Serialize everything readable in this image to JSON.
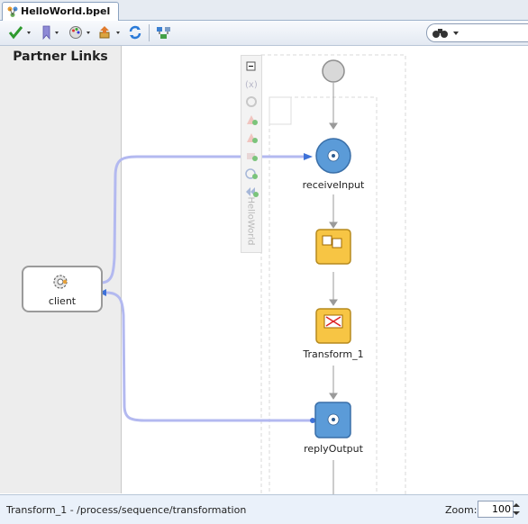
{
  "tab": {
    "title": "HelloWorld.bpel"
  },
  "partner_links": {
    "title": "Partner Links",
    "client": "client"
  },
  "scope": {
    "name": "HelloWorld"
  },
  "activities": {
    "receive": "receiveInput",
    "transform": "Transform_1",
    "reply": "replyOutput"
  },
  "status": {
    "path": "Transform_1 - /process/sequence/transformation"
  },
  "zoom": {
    "label": "Zoom:",
    "value": "100"
  },
  "colors": {
    "link_line": "#b3b9f0",
    "receive_fill": "#5b9bd8",
    "assign_fill": "#f7c544"
  }
}
